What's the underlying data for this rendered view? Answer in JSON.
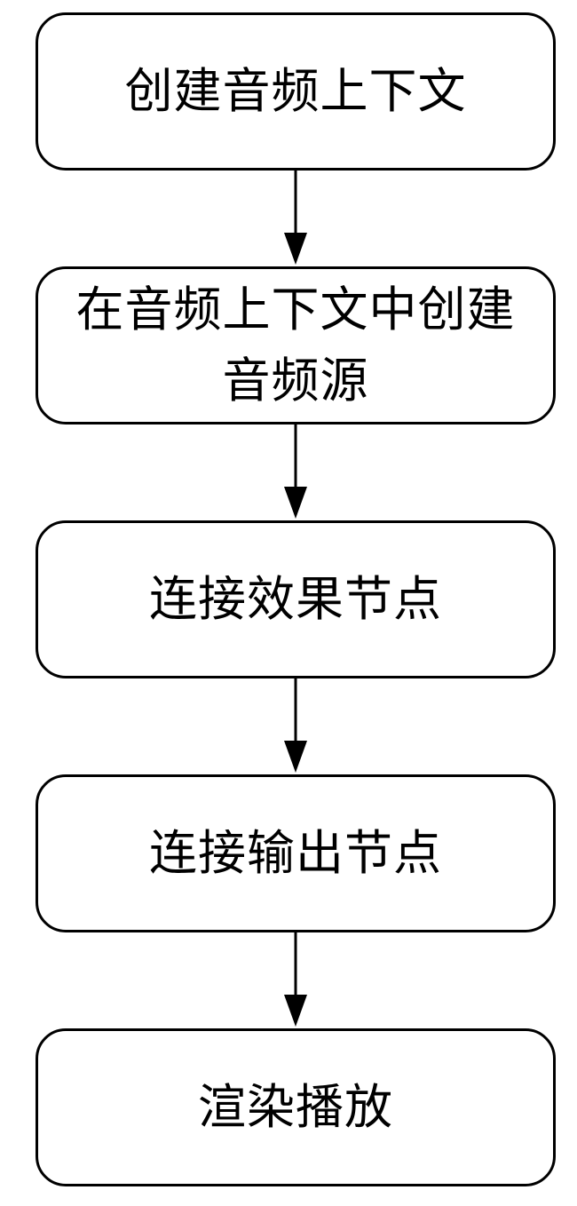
{
  "diagram": {
    "type": "flowchart",
    "direction": "top-to-bottom",
    "colors": {
      "stroke": "#000000",
      "fill": "#ffffff",
      "text": "#000000"
    },
    "nodes": [
      {
        "id": "n1",
        "label": "创建音频上下文"
      },
      {
        "id": "n2",
        "label": "在音频上下文中创建音频源"
      },
      {
        "id": "n3",
        "label": "连接效果节点"
      },
      {
        "id": "n4",
        "label": "连接输出节点"
      },
      {
        "id": "n5",
        "label": "渲染播放"
      }
    ],
    "edges": [
      {
        "from": "n1",
        "to": "n2"
      },
      {
        "from": "n2",
        "to": "n3"
      },
      {
        "from": "n3",
        "to": "n4"
      },
      {
        "from": "n4",
        "to": "n5"
      }
    ]
  }
}
